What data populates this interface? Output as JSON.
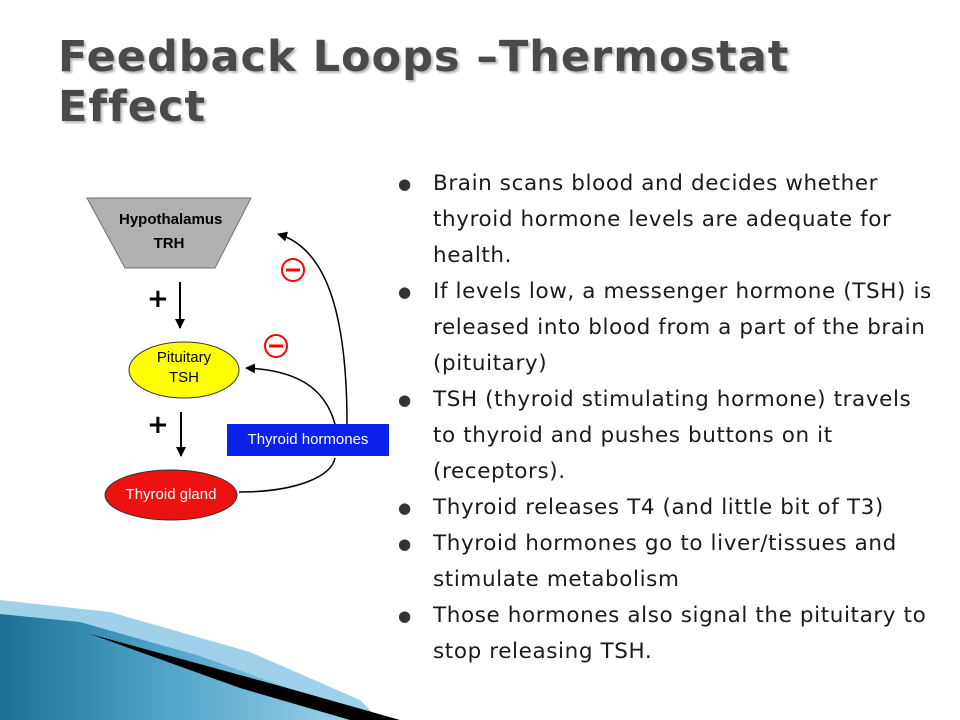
{
  "slide": {
    "title": "Feedback Loops –Thermostat Effect"
  },
  "diagram": {
    "hypothalamus_label": "Hypothalamus",
    "trh_label": "TRH",
    "pituitary_label": "Pituitary",
    "tsh_label": "TSH",
    "thyroid_gland_label": "Thyroid gland",
    "thyroid_hormones_label": "Thyroid hormones",
    "plus_sign": "+",
    "minus_sign": "−",
    "colors": {
      "hypothalamus_fill": "#b0b0b0",
      "pituitary_fill": "#ffff00",
      "thyroid_fill": "#ee1111",
      "thyroid_hormones_box": "#0b20e8",
      "inhibit_sign": "#ff0000"
    }
  },
  "bullets": [
    "Brain scans blood and decides whether thyroid hormone levels are adequate for health.",
    "If levels low, a messenger hormone (TSH) is released into blood from a part of the brain (pituitary)",
    "TSH (thyroid stimulating hormone) travels to thyroid and pushes buttons on it (receptors).",
    "Thyroid releases T4 (and little bit of T3)",
    "Thyroid hormones go to liver/tissues and stimulate metabolism",
    "Those hormones also signal the pituitary to stop releasing TSH."
  ],
  "bullet_glyph": "●",
  "decoration": {
    "colors": [
      "#1d6e96",
      "#4ea3c9",
      "#9fd2ea",
      "#000000"
    ]
  }
}
